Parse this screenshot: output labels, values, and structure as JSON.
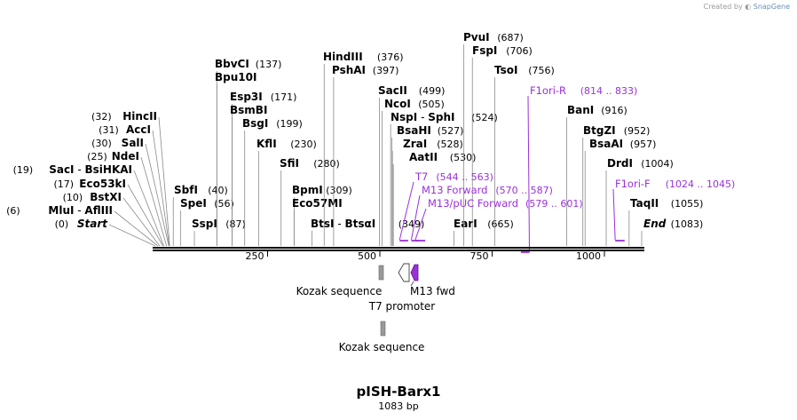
{
  "credit": {
    "prefix": "Created by",
    "brand": "SnapGene"
  },
  "title": "pISH-Barx1",
  "subtitle": "1083 bp",
  "sequence_length": 1083,
  "ruler": {
    "ticks": [
      250,
      500,
      750,
      1000
    ]
  },
  "sites": [
    {
      "label": "Start",
      "pos": "(0)",
      "bp": 0,
      "side": "left",
      "italic": true
    },
    {
      "label": "MluI",
      "label2": "AflIII",
      "pos": "(6)",
      "bp": 6,
      "side": "left"
    },
    {
      "label": "BstXI",
      "pos": "(10)",
      "bp": 10,
      "side": "left"
    },
    {
      "label": "Eco53kI",
      "pos": "(17)",
      "bp": 17,
      "side": "left"
    },
    {
      "label": "SacI",
      "label2": "BsiHKAI",
      "pos": "(19)",
      "bp": 19,
      "side": "left"
    },
    {
      "label": "NdeI",
      "pos": "(25)",
      "bp": 25,
      "side": "left"
    },
    {
      "label": "SalI",
      "pos": "(30)",
      "bp": 30,
      "side": "left"
    },
    {
      "label": "AccI",
      "pos": "(31)",
      "bp": 31,
      "side": "left"
    },
    {
      "label": "HincII",
      "pos": "(32)",
      "bp": 32,
      "side": "left"
    },
    {
      "label": "SbfI",
      "pos": "(40)",
      "bp": 40,
      "side": "right"
    },
    {
      "label": "SpeI",
      "pos": "(56)",
      "bp": 56,
      "side": "right"
    },
    {
      "label": "SspI",
      "pos": "(87)",
      "bp": 87,
      "side": "right"
    },
    {
      "label": "BbvCI",
      "pos": "(137)",
      "bp": 137,
      "side": "right"
    },
    {
      "label": "Bpu10I",
      "pos": "",
      "bp": 137,
      "side": "right"
    },
    {
      "label": "Esp3I",
      "pos": "(171)",
      "bp": 171,
      "side": "right"
    },
    {
      "label": "BsmBI",
      "pos": "",
      "bp": 171,
      "side": "right"
    },
    {
      "label": "BsgI",
      "pos": "(199)",
      "bp": 199,
      "side": "right"
    },
    {
      "label": "KflI",
      "pos": "(230)",
      "bp": 230,
      "side": "right"
    },
    {
      "label": "SfiI",
      "pos": "(280)",
      "bp": 280,
      "side": "right"
    },
    {
      "label": "BpmI",
      "pos": "(309)",
      "bp": 309,
      "side": "right"
    },
    {
      "label": "Eco57MI",
      "pos": "",
      "bp": 309,
      "side": "right"
    },
    {
      "label": "BtsI",
      "label2": "BtsαI",
      "pos": "(349)",
      "bp": 349,
      "side": "right"
    },
    {
      "label": "HindIII",
      "pos": "(376)",
      "bp": 376,
      "side": "right"
    },
    {
      "label": "PshAI",
      "pos": "(397)",
      "bp": 397,
      "side": "right"
    },
    {
      "label": "SacII",
      "pos": "(499)",
      "bp": 499,
      "side": "right"
    },
    {
      "label": "NcoI",
      "pos": "(505)",
      "bp": 505,
      "side": "right"
    },
    {
      "label": "NspI",
      "label2": "SphI",
      "pos": "(524)",
      "bp": 524,
      "side": "right"
    },
    {
      "label": "BsaHI",
      "pos": "(527)",
      "bp": 527,
      "side": "right"
    },
    {
      "label": "ZraI",
      "pos": "(528)",
      "bp": 528,
      "side": "right"
    },
    {
      "label": "AatII",
      "pos": "(530)",
      "bp": 530,
      "side": "right"
    },
    {
      "label": "EarI",
      "pos": "(665)",
      "bp": 665,
      "side": "right"
    },
    {
      "label": "PvuI",
      "pos": "(687)",
      "bp": 687,
      "side": "right"
    },
    {
      "label": "FspI",
      "pos": "(706)",
      "bp": 706,
      "side": "right"
    },
    {
      "label": "TsoI",
      "pos": "(756)",
      "bp": 756,
      "side": "right"
    },
    {
      "label": "BanI",
      "pos": "(916)",
      "bp": 916,
      "side": "right"
    },
    {
      "label": "BtgZI",
      "pos": "(952)",
      "bp": 952,
      "side": "right"
    },
    {
      "label": "BsaAI",
      "pos": "(957)",
      "bp": 957,
      "side": "right"
    },
    {
      "label": "DrdI",
      "pos": "(1004)",
      "bp": 1004,
      "side": "right"
    },
    {
      "label": "TaqII",
      "pos": "(1055)",
      "bp": 1055,
      "side": "right"
    },
    {
      "label": "End",
      "pos": "(1083)",
      "bp": 1083,
      "side": "right",
      "italic": true
    }
  ],
  "primers": [
    {
      "label": "T7",
      "pos": "(544 .. 563)",
      "start": 544,
      "end": 563
    },
    {
      "label": "M13 Forward",
      "pos": "(570 .. 587)",
      "start": 570,
      "end": 587
    },
    {
      "label": "M13/pUC Forward",
      "pos": "(579 .. 601)",
      "start": 579,
      "end": 601
    },
    {
      "label": "F1ori-R",
      "pos": "(814 .. 833)",
      "start": 814,
      "end": 833
    },
    {
      "label": "F1ori-F",
      "pos": "(1024 .. 1045)",
      "start": 1024,
      "end": 1045
    }
  ],
  "features": [
    {
      "label": "Kozak sequence",
      "kind": "box",
      "color": "#999999"
    },
    {
      "label": "T7 promoter",
      "kind": "arrow",
      "color": "#ffffff"
    },
    {
      "label": "M13 fwd",
      "kind": "arrow",
      "color": "#9b30d9"
    },
    {
      "label": "Kozak sequence",
      "kind": "box",
      "color": "#999999"
    }
  ],
  "colors": {
    "primer": "#9b30d9",
    "backbone": "#000000",
    "leader": "#8a8a8a"
  }
}
